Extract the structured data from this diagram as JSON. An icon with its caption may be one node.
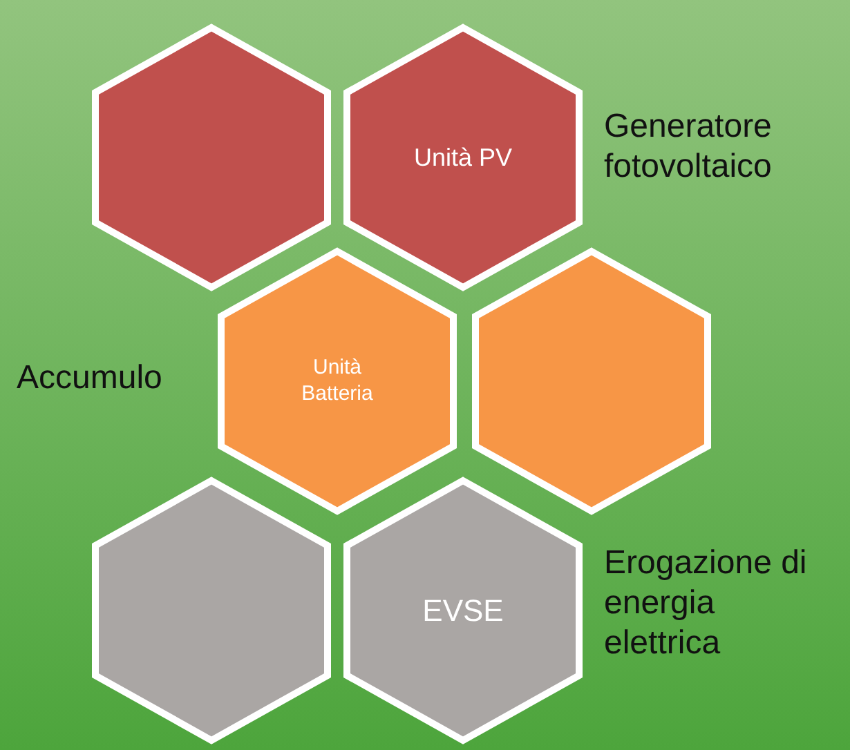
{
  "diagram": {
    "nodes": [
      {
        "text": [],
        "shape": "hexagon"
      },
      {
        "text": [
          "Unità PV"
        ],
        "beside": [
          "Generatore fotovoltaico"
        ]
      },
      {
        "text": [
          "Unità Batteria"
        ],
        "beside": [
          "Accumulo"
        ]
      },
      {
        "text": [],
        "shape": "hexagon"
      },
      {
        "text": [],
        "shape": "hexagon"
      },
      {
        "text": [
          "EVSE"
        ],
        "beside": [
          "Erogazione di energia elettrica"
        ]
      }
    ]
  }
}
